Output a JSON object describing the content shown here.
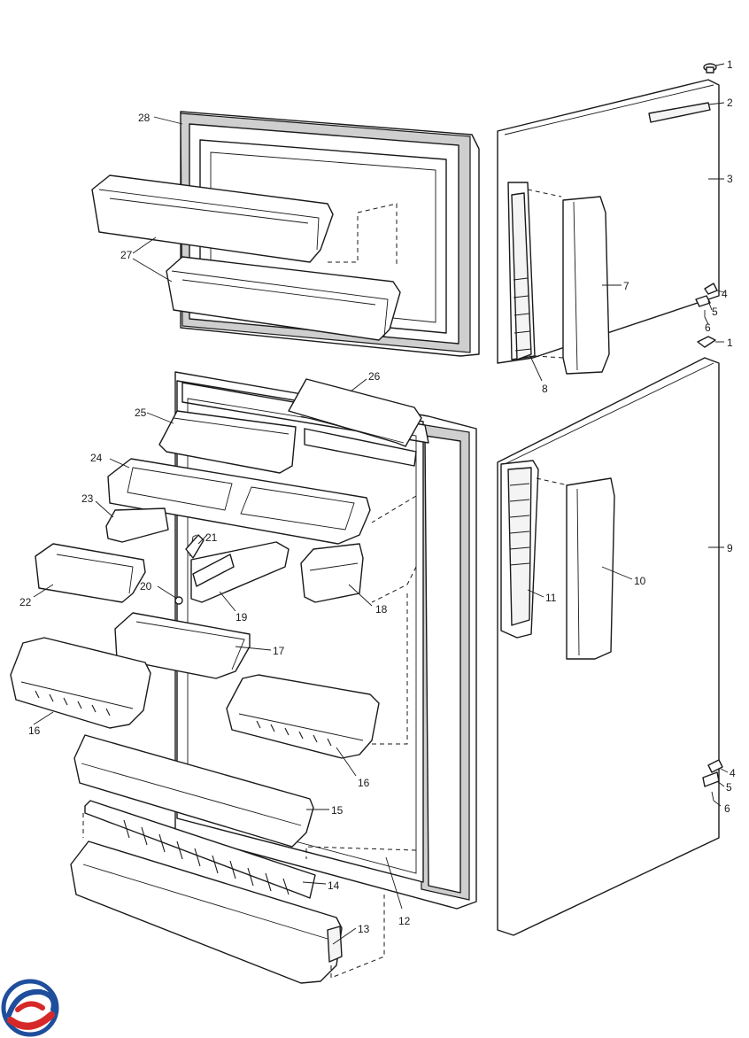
{
  "diagram": {
    "callouts": [
      {
        "id": "c1a",
        "label": "1"
      },
      {
        "id": "c2",
        "label": "2"
      },
      {
        "id": "c3",
        "label": "3"
      },
      {
        "id": "c4a",
        "label": "4"
      },
      {
        "id": "c5a",
        "label": "5"
      },
      {
        "id": "c6a",
        "label": "6"
      },
      {
        "id": "c7",
        "label": "7"
      },
      {
        "id": "c8",
        "label": "8"
      },
      {
        "id": "c1b",
        "label": "1"
      },
      {
        "id": "c9",
        "label": "9"
      },
      {
        "id": "c10",
        "label": "10"
      },
      {
        "id": "c11",
        "label": "11"
      },
      {
        "id": "c4b",
        "label": "4"
      },
      {
        "id": "c5b",
        "label": "5"
      },
      {
        "id": "c6b",
        "label": "6"
      },
      {
        "id": "c12",
        "label": "12"
      },
      {
        "id": "c13",
        "label": "13"
      },
      {
        "id": "c14",
        "label": "14"
      },
      {
        "id": "c15",
        "label": "15"
      },
      {
        "id": "c16a",
        "label": "16"
      },
      {
        "id": "c16b",
        "label": "16"
      },
      {
        "id": "c17",
        "label": "17"
      },
      {
        "id": "c18",
        "label": "18"
      },
      {
        "id": "c19",
        "label": "19"
      },
      {
        "id": "c20",
        "label": "20"
      },
      {
        "id": "c21",
        "label": "21"
      },
      {
        "id": "c22",
        "label": "22"
      },
      {
        "id": "c23",
        "label": "23"
      },
      {
        "id": "c24",
        "label": "24"
      },
      {
        "id": "c25",
        "label": "25"
      },
      {
        "id": "c26",
        "label": "26"
      },
      {
        "id": "c27",
        "label": "27"
      },
      {
        "id": "c28",
        "label": "28"
      }
    ],
    "colors": {
      "line": "#1a1a1a",
      "gasket": "#cfcfcf",
      "logo_blue": "#1f4e9c",
      "logo_red": "#d62828"
    },
    "logo_icon": "brand-swirl-icon"
  }
}
